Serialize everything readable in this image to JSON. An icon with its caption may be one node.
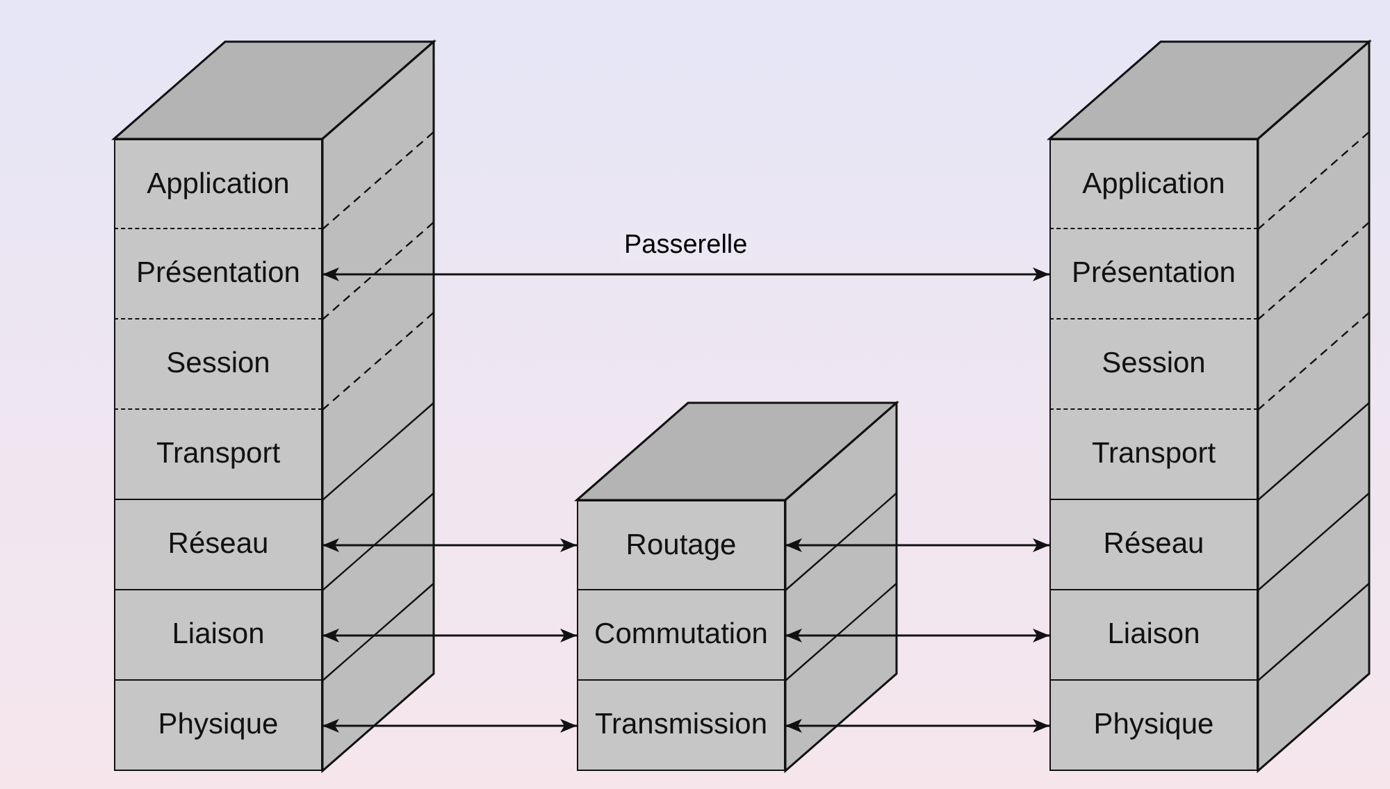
{
  "diagram": {
    "nodes": [
      {
        "text": [
          "Application"
        ]
      },
      {
        "text": [
          "Présentation"
        ]
      },
      {
        "text": [
          "Session"
        ]
      },
      {
        "text": [
          "Transport"
        ]
      },
      {
        "text": [
          "Réseau"
        ]
      },
      {
        "text": [
          "Liaison"
        ]
      },
      {
        "text": [
          "Physique"
        ]
      },
      {
        "text": [
          "Routage"
        ]
      },
      {
        "text": [
          "Commutation"
        ]
      },
      {
        "text": [
          "Transmission"
        ]
      },
      {
        "text": [
          "Application"
        ]
      },
      {
        "text": [
          "Présentation"
        ]
      },
      {
        "text": [
          "Session"
        ]
      },
      {
        "text": [
          "Transport"
        ]
      },
      {
        "text": [
          "Réseau"
        ]
      },
      {
        "text": [
          "Liaison"
        ]
      },
      {
        "text": [
          "Physique"
        ]
      }
    ],
    "edges": [
      {
        "from": 1,
        "to": 11,
        "arrow": "both",
        "label": "Passerelle"
      },
      {
        "from": 4,
        "to": 7,
        "arrow": "both"
      },
      {
        "from": 5,
        "to": 8,
        "arrow": "both"
      },
      {
        "from": 6,
        "to": 9,
        "arrow": "both"
      },
      {
        "from": 7,
        "to": 14,
        "arrow": "both"
      },
      {
        "from": 8,
        "to": 15,
        "arrow": "both"
      },
      {
        "from": 9,
        "to": 16,
        "arrow": "both"
      }
    ]
  }
}
